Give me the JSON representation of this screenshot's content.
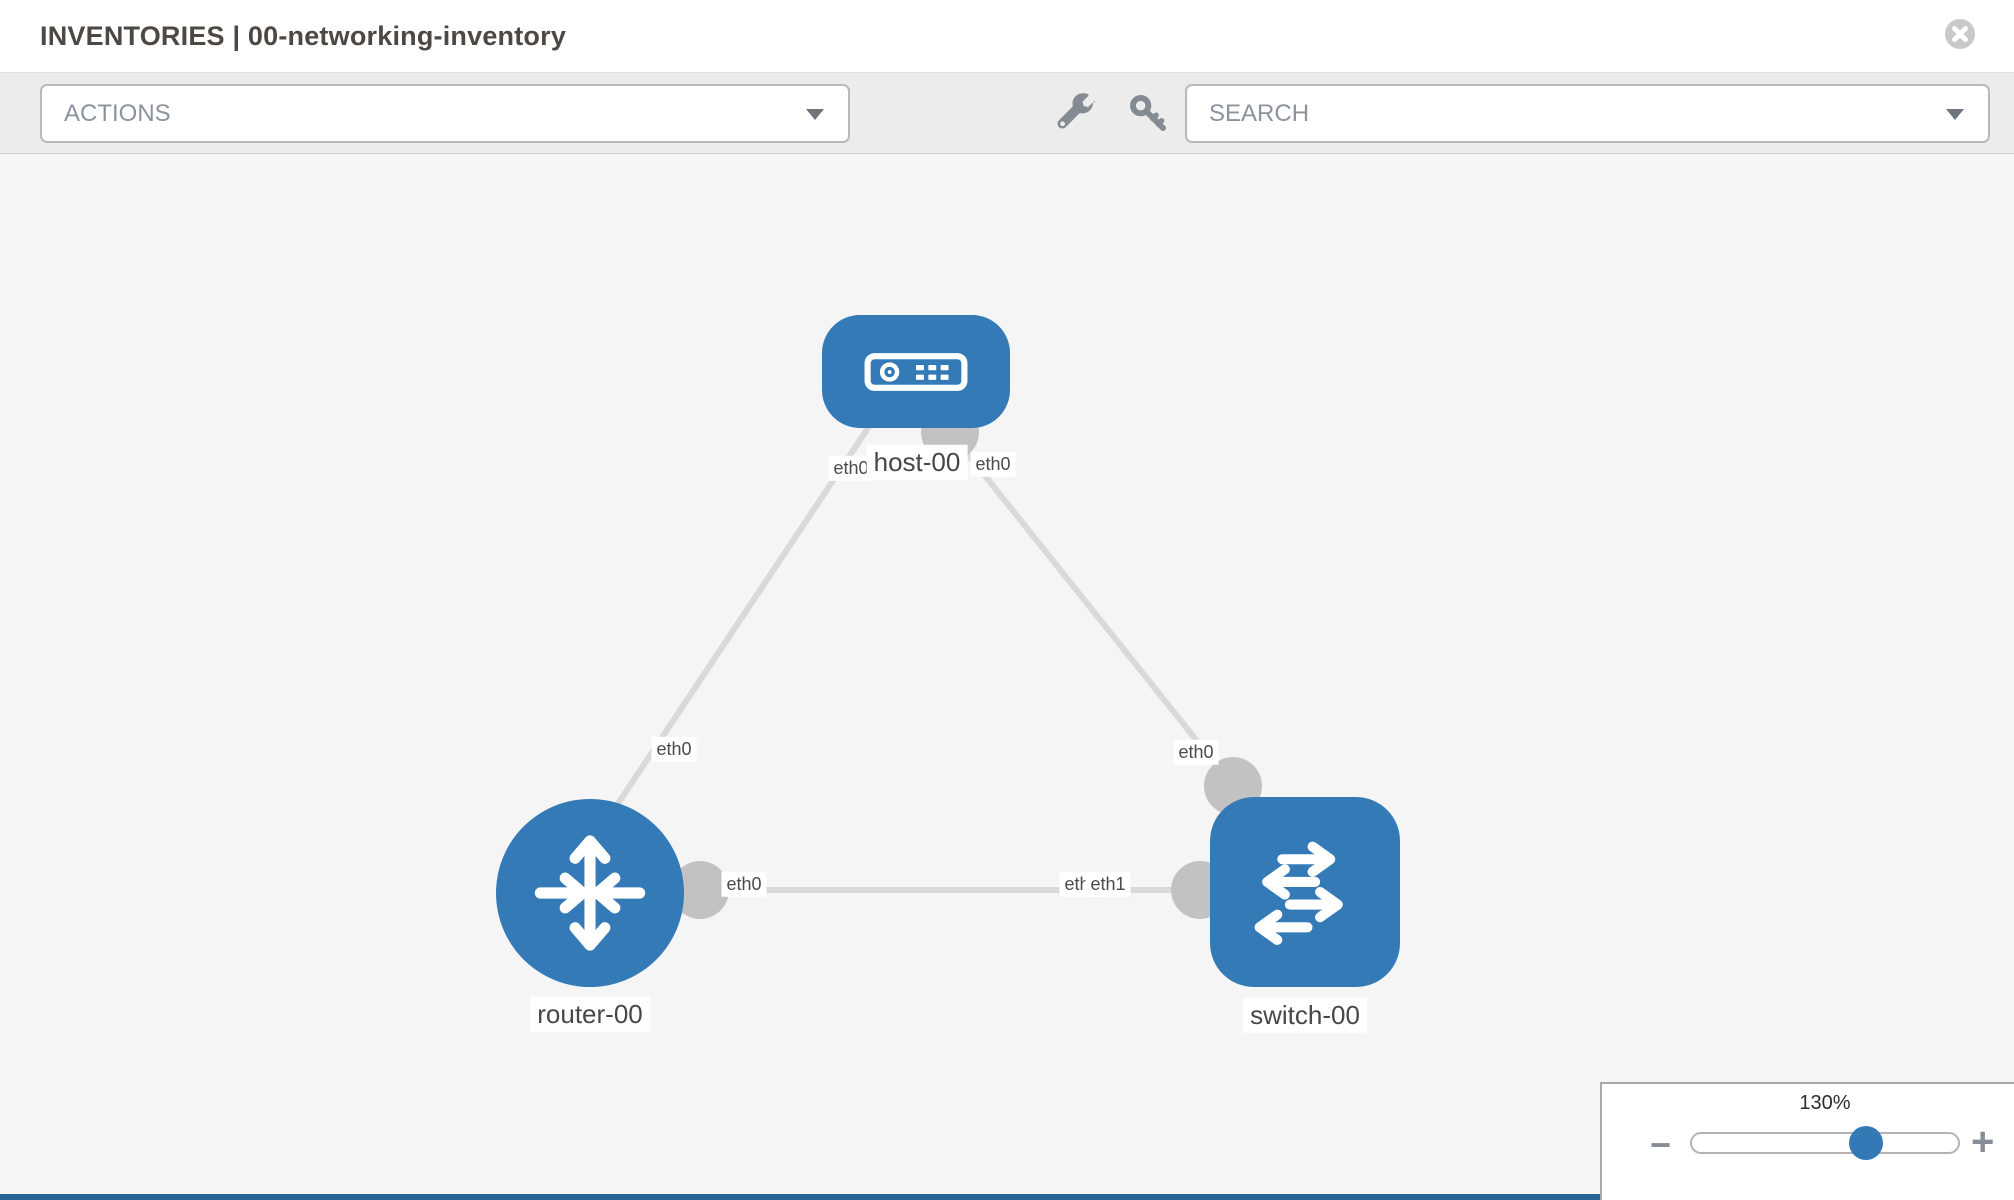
{
  "header": {
    "title": "INVENTORIES | 00-networking-inventory"
  },
  "toolbar": {
    "actions_label": "ACTIONS",
    "search_label": "SEARCH"
  },
  "icons": {
    "header": [
      "close-icon"
    ],
    "toolbar": [
      "wrench-icon",
      "key-icon"
    ],
    "node_icons": [
      "host-icon",
      "router-icon",
      "switch-icon"
    ]
  },
  "canvas": {
    "nodes": [
      {
        "label": "host-00",
        "type": "host"
      },
      {
        "label": "router-00",
        "type": "router"
      },
      {
        "label": "switch-00",
        "type": "switch"
      }
    ],
    "interfaces": {
      "host_left": "eth0",
      "host_right": "eth0",
      "router_top": "eth0",
      "router_right": "eth0",
      "switch_top": "eth0",
      "switch_left_hidden": "eth0",
      "switch_left": "eth1"
    },
    "links": [
      {
        "from": "host-00",
        "from_if": "eth0",
        "to": "router-00",
        "to_if": "eth0"
      },
      {
        "from": "host-00",
        "from_if": "eth0",
        "to": "switch-00",
        "to_if": "eth0"
      },
      {
        "from": "router-00",
        "from_if": "eth0",
        "to": "switch-00",
        "to_if": "eth1"
      }
    ]
  },
  "zoom_control": {
    "level": "130%",
    "minus_label": "−",
    "plus_label": "+"
  },
  "colors": {
    "node_blue": "#337ab7",
    "link_gray": "#d9d9d9",
    "connector_gray": "#c2c2c2",
    "toolbar_bg": "#ececec",
    "canvas_bg": "#f5f5f5",
    "knob_blue": "#3279b5",
    "footer_blue": "#2a6496"
  }
}
